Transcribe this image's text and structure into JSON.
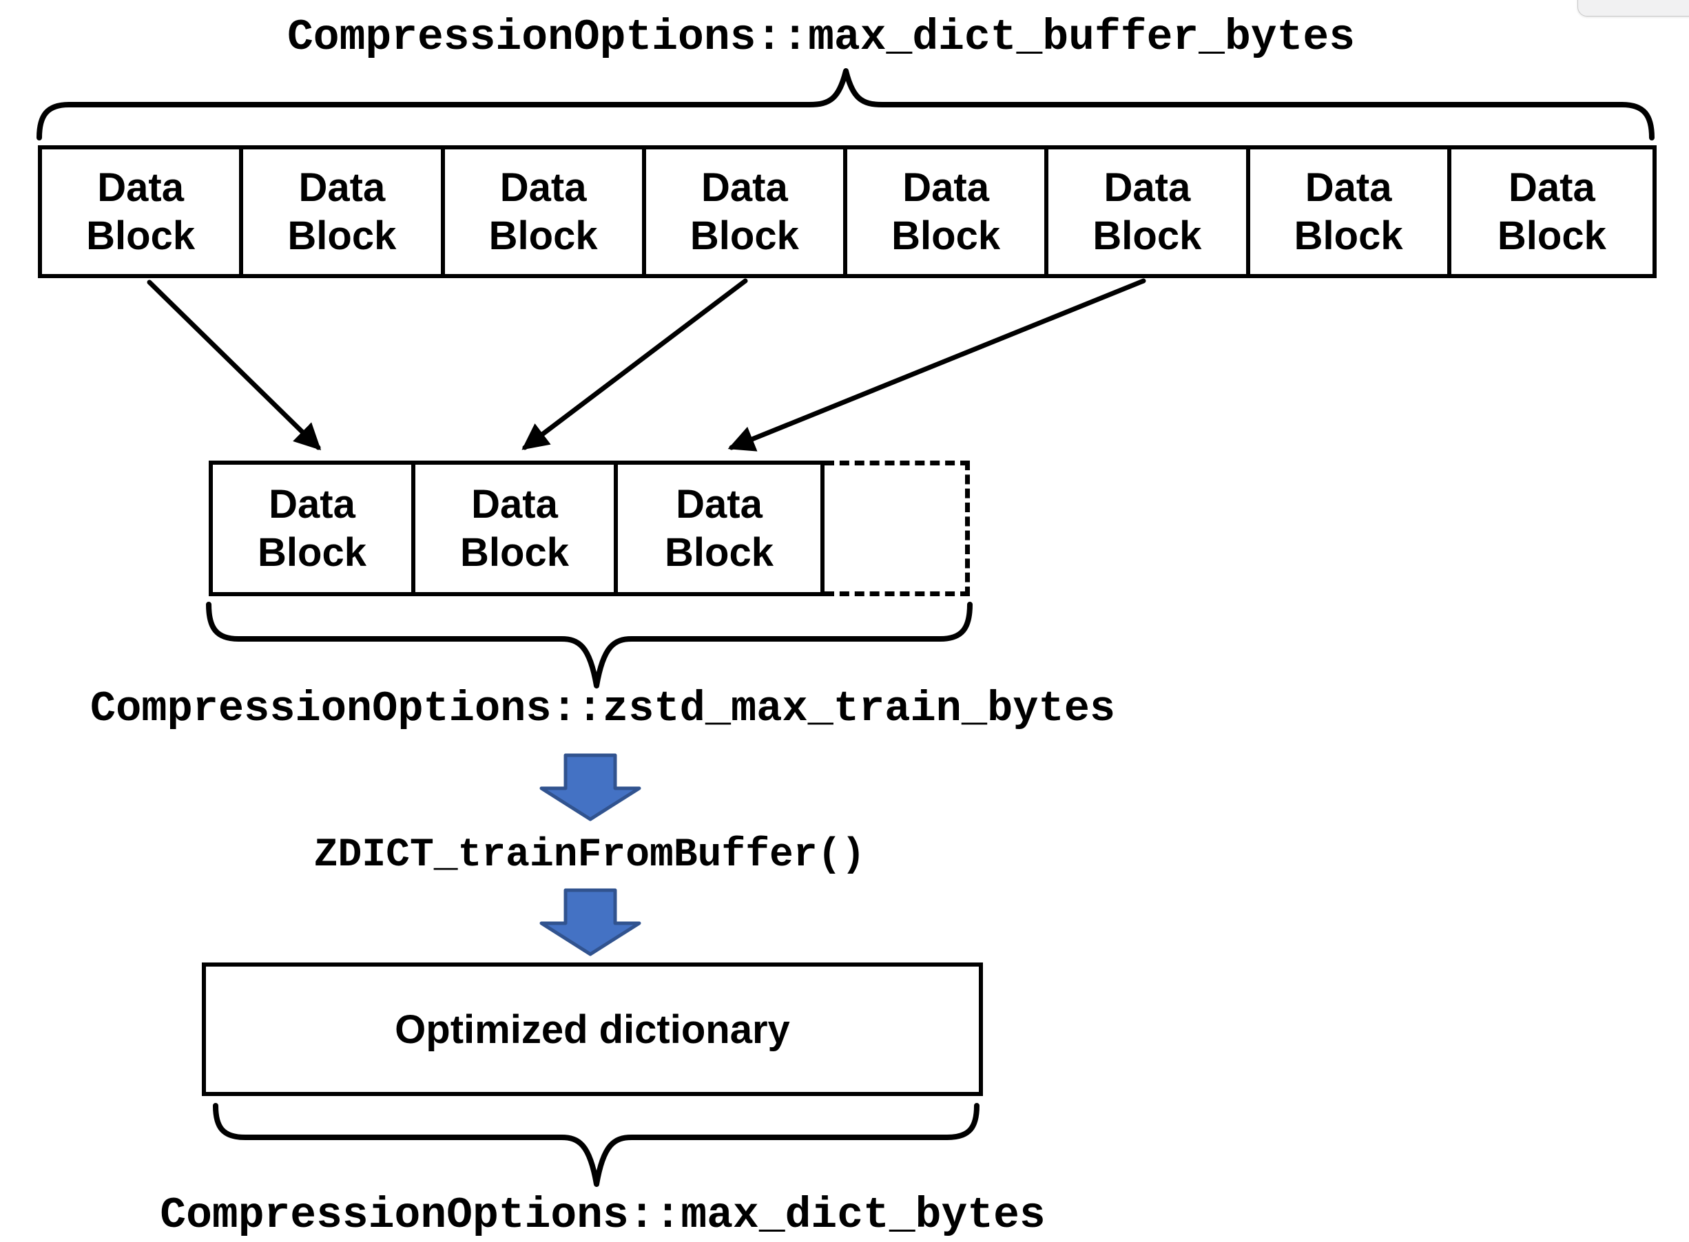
{
  "colors": {
    "background": "#ffffff",
    "stroke": "#000000",
    "arrow_fill": "#4472C4",
    "arrow_stroke": "#31538F",
    "corner_fill": "#f1f1f2",
    "corner_border": "#c9c9c9"
  },
  "labels": {
    "buffer_bytes": "CompressionOptions::max_dict_buffer_bytes",
    "train_bytes": "CompressionOptions::zstd_max_train_bytes",
    "train_function": "ZDICT_trainFromBuffer()",
    "dict_bytes": "CompressionOptions::max_dict_bytes"
  },
  "rows": {
    "source": {
      "blocks": [
        {
          "line1": "Data",
          "line2": "Block"
        },
        {
          "line1": "Data",
          "line2": "Block"
        },
        {
          "line1": "Data",
          "line2": "Block"
        },
        {
          "line1": "Data",
          "line2": "Block"
        },
        {
          "line1": "Data",
          "line2": "Block"
        },
        {
          "line1": "Data",
          "line2": "Block"
        },
        {
          "line1": "Data",
          "line2": "Block"
        },
        {
          "line1": "Data",
          "line2": "Block"
        }
      ]
    },
    "training": {
      "blocks": [
        {
          "line1": "Data",
          "line2": "Block"
        },
        {
          "line1": "Data",
          "line2": "Block"
        },
        {
          "line1": "Data",
          "line2": "Block"
        }
      ]
    }
  },
  "dictionary_box": {
    "label": "Optimized dictionary"
  }
}
